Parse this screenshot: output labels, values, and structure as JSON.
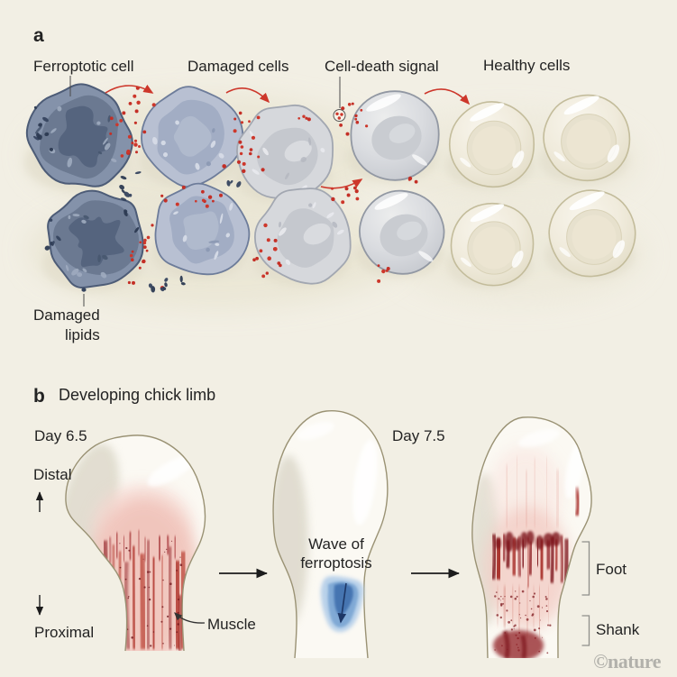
{
  "figure": {
    "background": "#f2efe4",
    "watermark": "©nature"
  },
  "panel_a": {
    "label": "a",
    "annotations": {
      "ferroptotic": "Ferroptotic cell",
      "damaged_cells": "Damaged cells",
      "cell_death_signal": "Cell-death signal",
      "healthy_cells": "Healthy cells",
      "damaged_lipids_line1": "Damaged",
      "damaged_lipids_line2": "lipids"
    }
  },
  "panel_b": {
    "label": "b",
    "title": "Developing chick limb",
    "day_left": "Day 6.5",
    "day_right": "Day 7.5",
    "axis_distal": "Distal",
    "axis_proximal": "Proximal",
    "wave_line1": "Wave of",
    "wave_line2": "ferroptosis",
    "muscle": "Muscle",
    "foot": "Foot",
    "shank": "Shank"
  },
  "colors": {
    "background": "#f2efe4",
    "text": "#232323",
    "red_signal_dot": "#cd372b",
    "lipid_navy": "#36455f",
    "ferroptotic_cell": "#8492aa",
    "damaged_cell_blue": "#b8c0d2",
    "damaged_cell_gray": "#d6d8dc",
    "healthy_cell_cream": "#efeadb",
    "limb_outline_olive": "#9a9274",
    "muscle_red": "#a2332c",
    "wave_blue": "#3f6fae",
    "bracket_gray": "#8f8f8a",
    "watermark_gray": "#b2b1ab"
  }
}
